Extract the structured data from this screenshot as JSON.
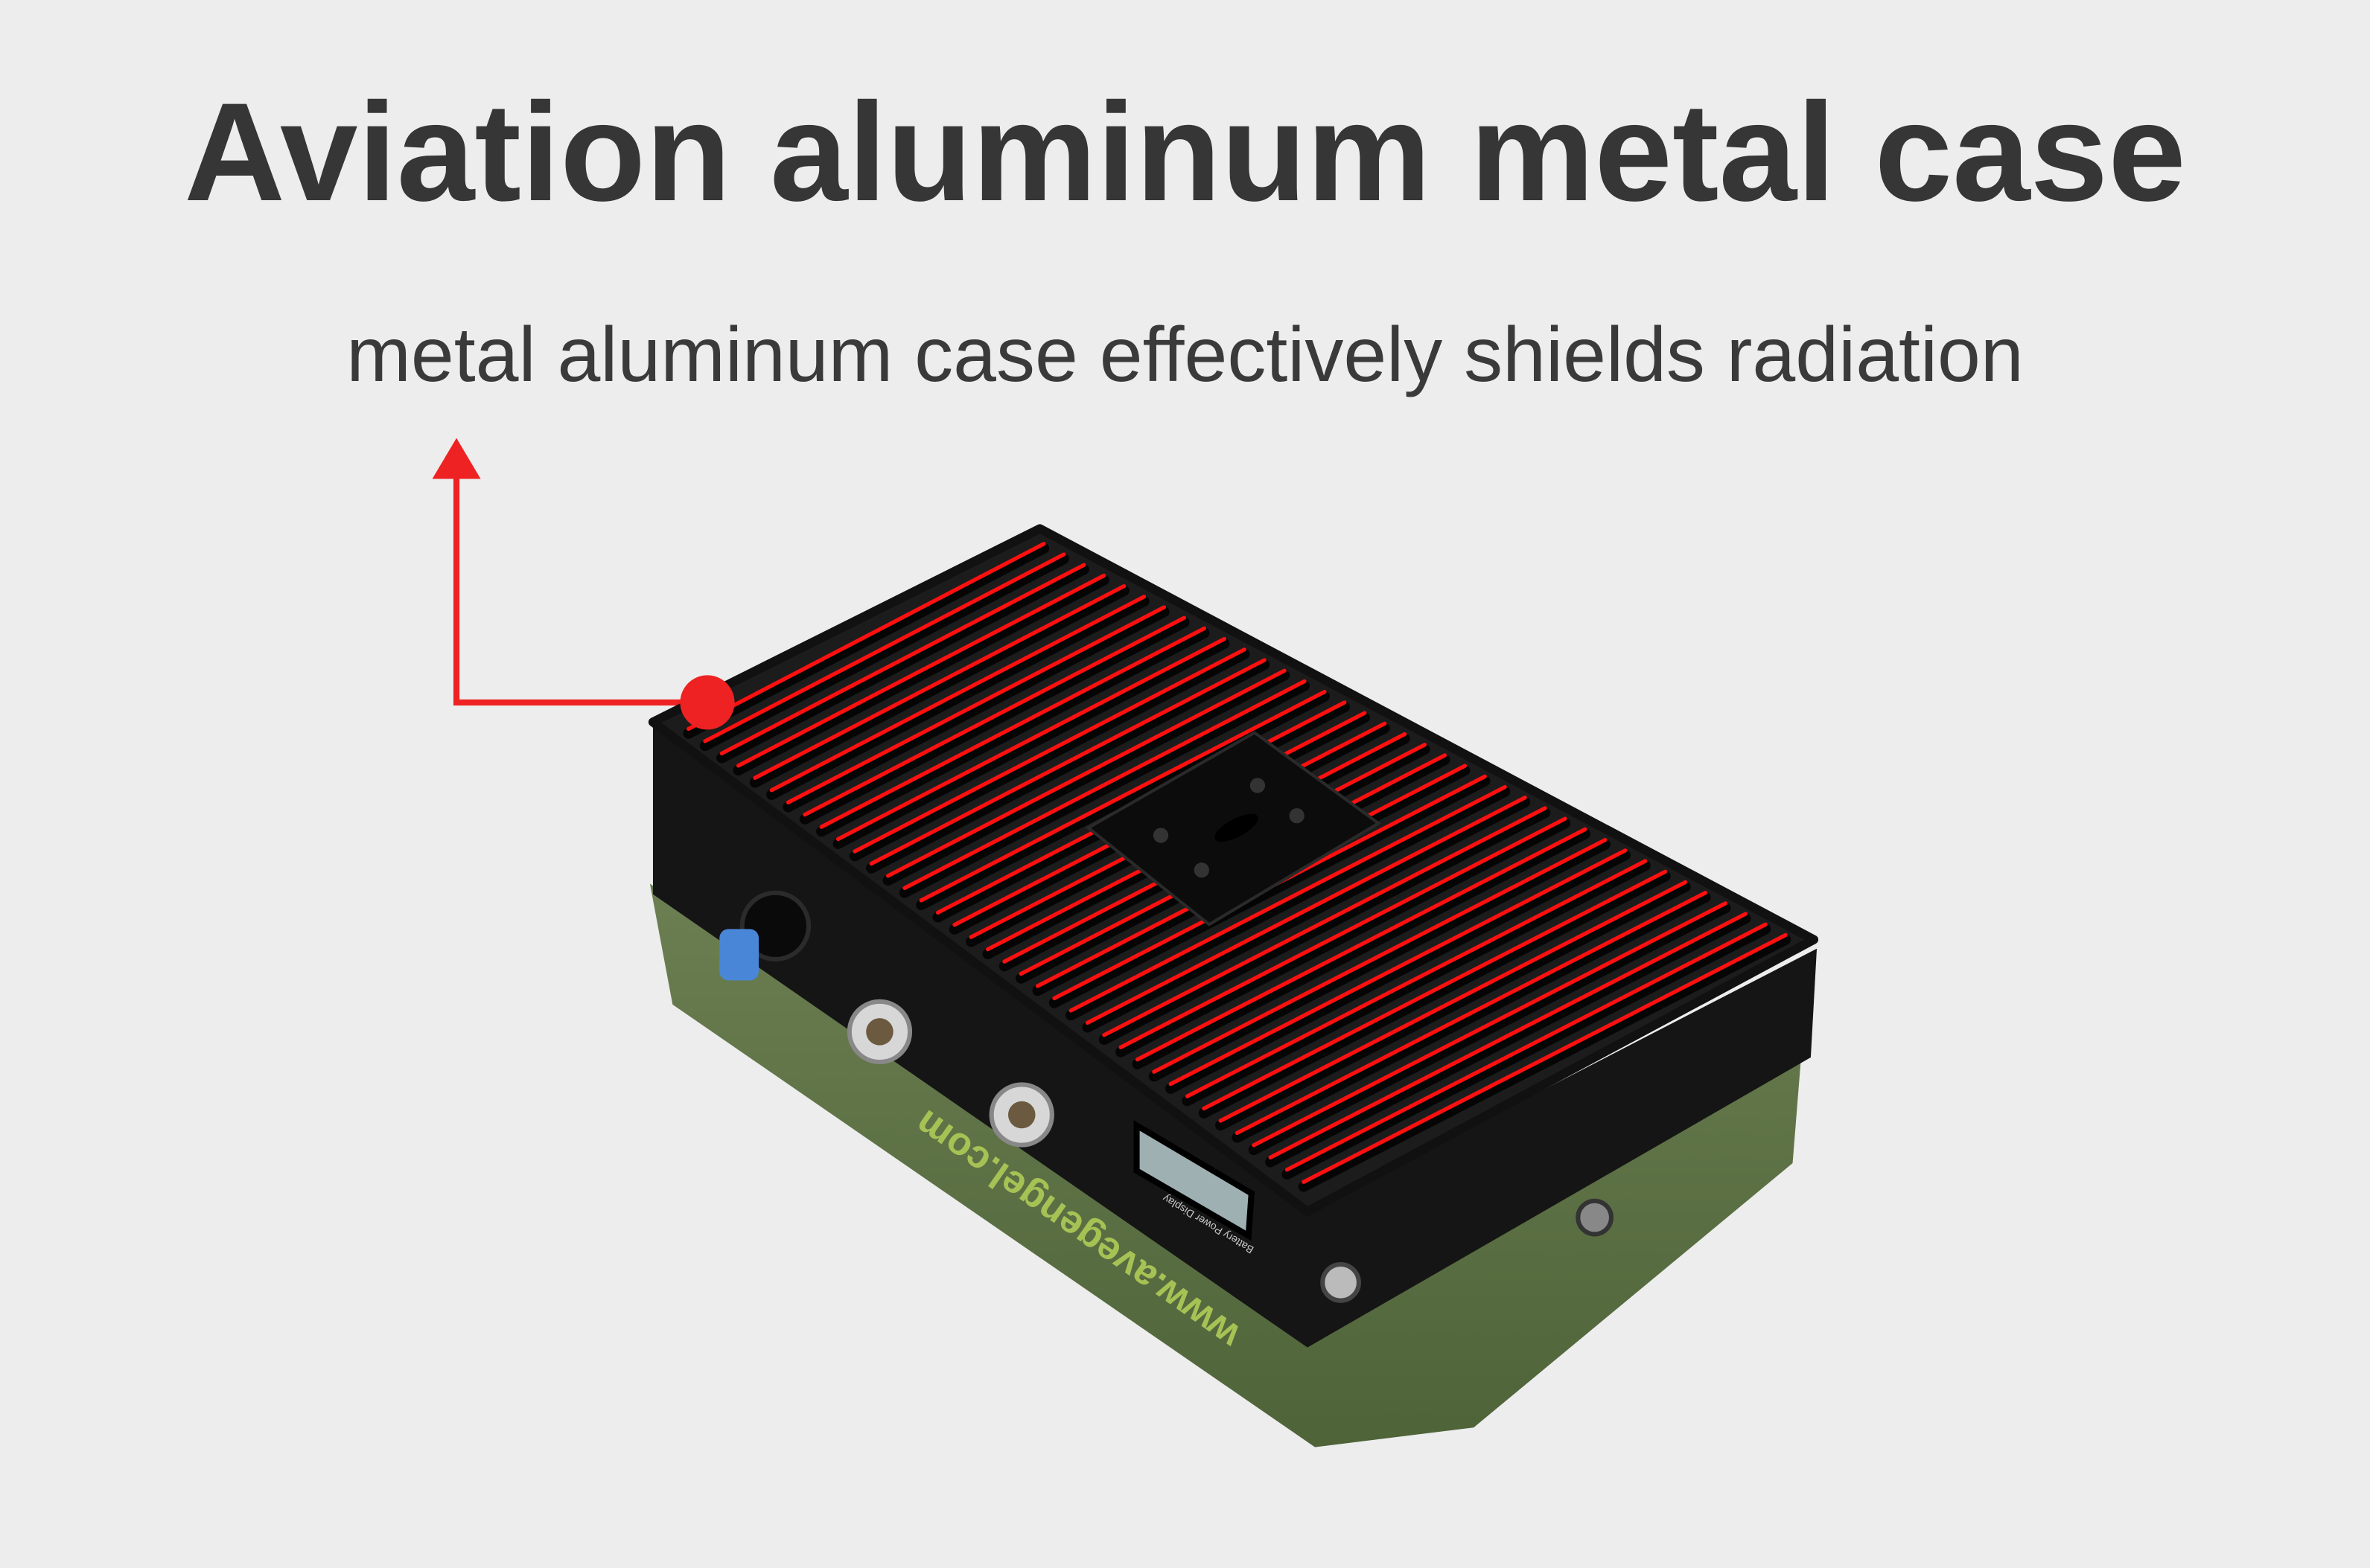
{
  "title": "Aviation aluminum metal case",
  "subtitle": "metal aluminum case effectively shields radiation",
  "product": {
    "case_lettering": "www.avegengel.com",
    "display_label": "Battery Power Display"
  },
  "colors": {
    "background": "#ededed",
    "text": "#363636",
    "callout": "#ee2222",
    "fin_highlight": "#ff1010",
    "case_black": "#141414",
    "base_green": "#5e7348"
  },
  "icons": [
    "arrow-up-icon",
    "callout-dot-icon"
  ]
}
